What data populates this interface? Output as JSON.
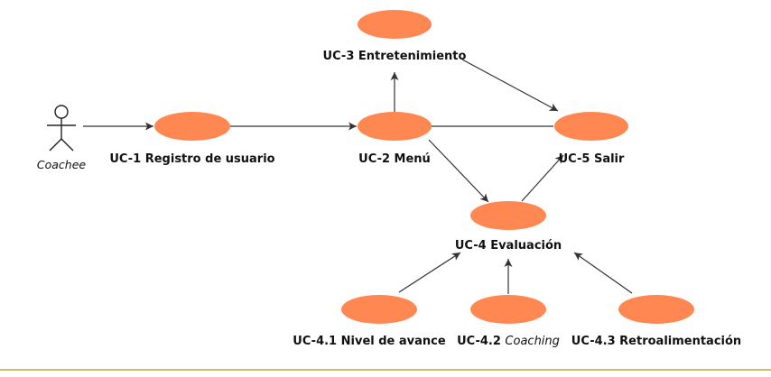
{
  "diagram": {
    "type": "use-case",
    "colors": {
      "ellipse_fill": "#ff8751",
      "line": "#333333",
      "footer_rule": "#c8a045"
    },
    "actor": {
      "name": "Coachee"
    },
    "use_cases": {
      "uc1": {
        "code": "UC-1",
        "name": "Registro de usuario"
      },
      "uc2": {
        "code": "UC-2",
        "name": "Menú"
      },
      "uc3": {
        "code": "UC-3",
        "name": "Entretenimiento"
      },
      "uc4": {
        "code": "UC-4",
        "name": "Evaluación"
      },
      "uc5": {
        "code": "UC-5",
        "name": "Salir"
      },
      "uc41": {
        "code": "UC-4.1",
        "name": "Nivel de avance"
      },
      "uc42": {
        "code": "UC-4.2",
        "name": "Coaching"
      },
      "uc43": {
        "code": "UC-4.3",
        "name": "Retroalimentación"
      }
    },
    "relations": [
      {
        "from": "actor",
        "to": "uc1"
      },
      {
        "from": "uc1",
        "to": "uc2"
      },
      {
        "from": "uc2",
        "to": "uc3"
      },
      {
        "from": "uc2",
        "to": "uc5"
      },
      {
        "from": "uc3",
        "to": "uc5"
      },
      {
        "from": "uc2",
        "to": "uc4"
      },
      {
        "from": "uc4",
        "to": "uc5"
      },
      {
        "from": "uc41",
        "to": "uc4"
      },
      {
        "from": "uc42",
        "to": "uc4"
      },
      {
        "from": "uc43",
        "to": "uc4"
      }
    ]
  }
}
